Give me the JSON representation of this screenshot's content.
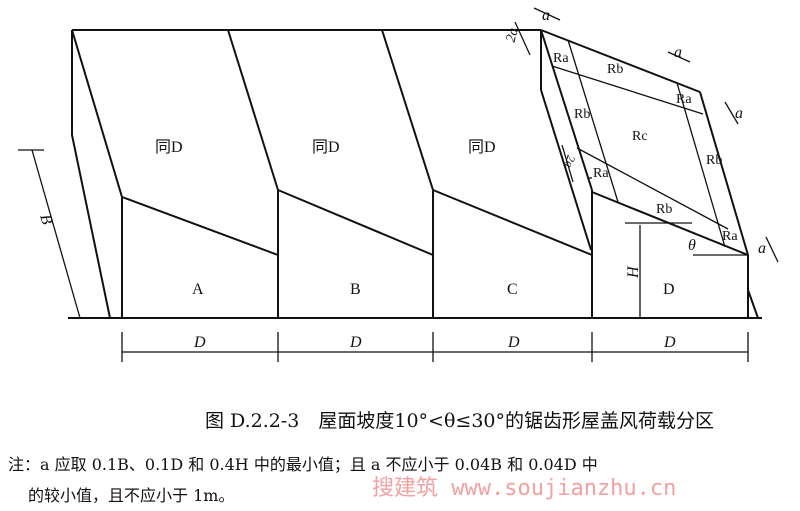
{
  "diagram": {
    "roof_labels": [
      "同D",
      "同D",
      "同D"
    ],
    "span_labels": [
      "A",
      "B",
      "C",
      "D"
    ],
    "dimension_D": "D",
    "dimension_B": "B",
    "dimension_H": "H",
    "angle_label": "θ",
    "zones": {
      "Ra": "Ra",
      "Rb": "Rb",
      "Rc": "Rc"
    },
    "dim_a": "a",
    "dim_2a": "2a"
  },
  "caption": "图 D.2.2-3　屋面坡度10°<θ≤30°的锯齿形屋盖风荷载分区",
  "note_line1": "注：a 应取 0.1B、0.1D 和 0.4H 中的最小值；且 a 不应小于 0.04B 和 0.04D 中",
  "note_line2": "的较小值，且不应小于 1m。",
  "watermark": "搜建筑 www.soujianzhu.cn"
}
